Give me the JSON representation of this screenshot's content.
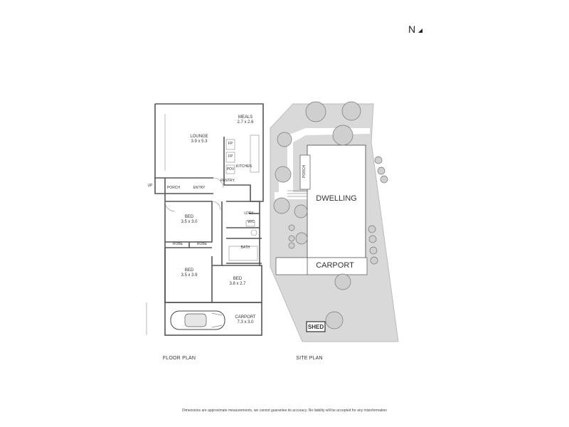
{
  "compass": {
    "label": "N",
    "icon": "north-arrow-icon"
  },
  "floor_plan": {
    "caption": "FLOOR PLAN",
    "rooms": {
      "meals": {
        "name": "MEALS",
        "size": "2.7 x 2.6"
      },
      "lounge": {
        "name": "LOUNGE",
        "size": "3.9 x 5.3"
      },
      "kitchen": {
        "name": "KITCHEN"
      },
      "pantry": {
        "name": "PANTRY"
      },
      "fp1": {
        "name": "FP"
      },
      "fp2": {
        "name": "FP"
      },
      "pov": {
        "name": "POV"
      },
      "porch": {
        "name": "PORCH"
      },
      "entry": {
        "name": "ENTRY"
      },
      "up": {
        "name": "UP"
      },
      "bed1": {
        "name": "BED",
        "size": "3.5 x 3.0"
      },
      "robe1": {
        "name": "ROBE"
      },
      "robe2": {
        "name": "ROBE"
      },
      "ldry": {
        "name": "LDRY"
      },
      "wc": {
        "name": "W/C"
      },
      "bath": {
        "name": "BATH"
      },
      "bed2": {
        "name": "BED",
        "size": "3.5 x 3.9"
      },
      "bed3": {
        "name": "BED",
        "size": "3.8 x 2.7"
      },
      "carport": {
        "name": "CARPORT",
        "size": "7.3 x 3.0"
      }
    }
  },
  "site_plan": {
    "caption": "SITE PLAN",
    "labels": {
      "porch": "PORCH",
      "dwelling": "DWELLING",
      "carport": "CARPORT",
      "shed": "SHED"
    }
  },
  "disclaimer": "Dimensions are approximate measurements, we cannot guarantee its accuracy. No liability will be accepted for any misinformation"
}
